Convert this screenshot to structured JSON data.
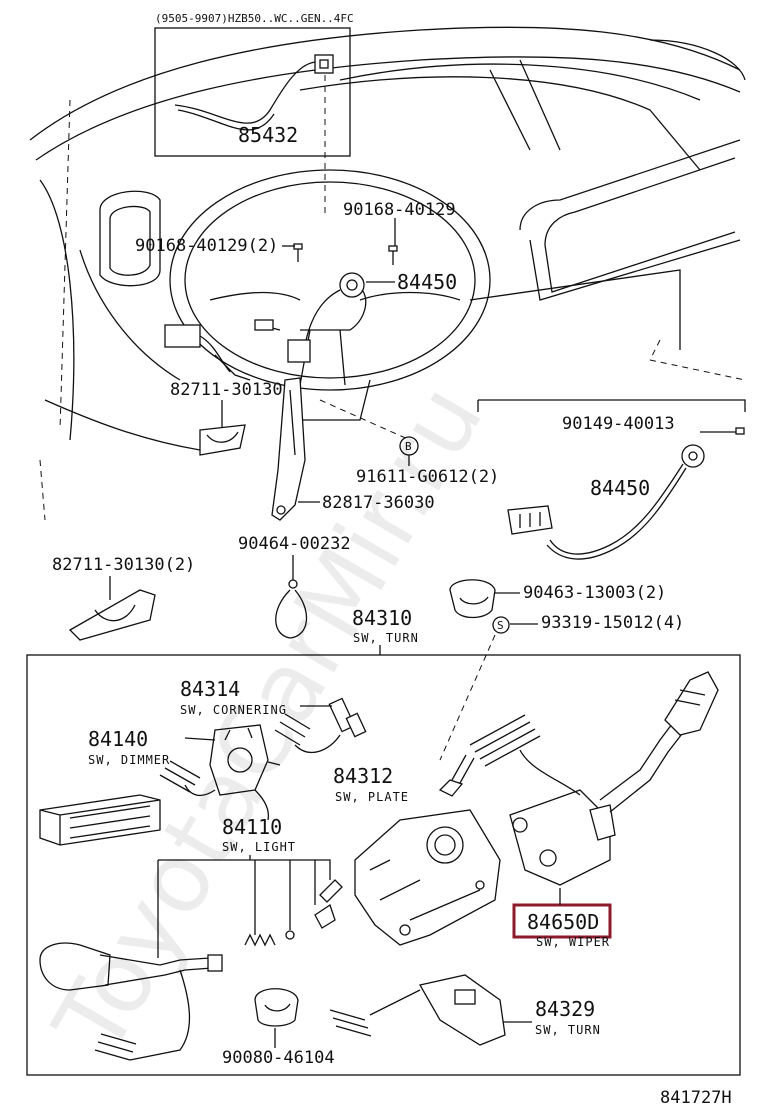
{
  "header_note": "(9505-9907)HZB50..WC..GEN..4FC",
  "parts": {
    "p85432": "85432",
    "p90168_a": "90168-40129",
    "p90168_b": "90168-40129(2)",
    "p84450_a": "84450",
    "p82711_a": "82711-30130",
    "p91611": "91611-G0612(2)",
    "p82817": "82817-36030",
    "p90464": "90464-00232",
    "p82711_b": "82711-30130(2)",
    "p90149": "90149-40013",
    "p84450_b": "84450",
    "p90463": "90463-13003(2)",
    "p84310": "84310",
    "p93319": "93319-15012(4)",
    "p84314": "84314",
    "p84140": "84140",
    "p84312": "84312",
    "p84110": "84110",
    "p84650D": "84650D",
    "p84329": "84329",
    "p90080": "90080-46104"
  },
  "subtitles": {
    "s84310": "SW, TURN",
    "s84314": "SW, CORNERING",
    "s84140": "SW, DIMMER",
    "s84312": "SW, PLATE",
    "s84110": "SW, LIGHT",
    "s84650D": "SW, WIPER",
    "s84329": "SW, TURN"
  },
  "callouts": {
    "b_marker": "B",
    "s_marker": "S"
  },
  "highlight_color": "#8b1a2b",
  "watermark": "ToyotaCarMir.ru",
  "diagram_id": "841727H"
}
